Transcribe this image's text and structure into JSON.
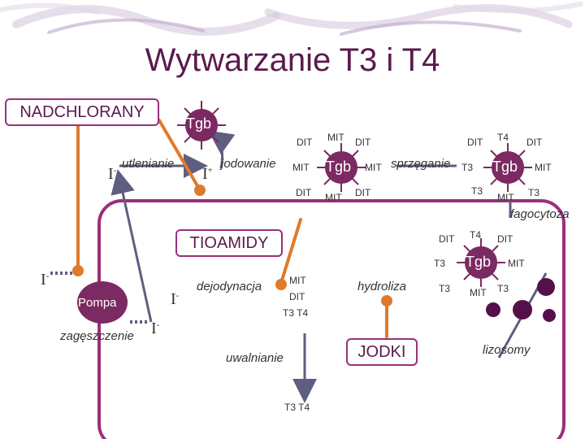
{
  "title": "Wytwarzanie T3 i T4",
  "boxes": {
    "nadchlorany": "NADCHLORANY",
    "tioamidy": "TIOAMIDY",
    "jodki": "JODKI"
  },
  "tgb": "Tgb",
  "pompa": "Pompa",
  "iodide": {
    "symbol": "I",
    "minus": "-",
    "plus": "+"
  },
  "process": {
    "utlenianie": "utlenianie",
    "jodowanie": "jodowanie",
    "sprzeganie": "sprzęganie",
    "fagocytoza": "fagocytoza",
    "dejodynacja": "dejodynacja",
    "hydroliza": "hydroliza",
    "zageszczenie": "zagęszczenie",
    "uwalnianie": "uwalnianie",
    "lizosomy": "lizosomy"
  },
  "labels": {
    "mit": "MIT",
    "dit": "DIT",
    "t3": "T3",
    "t4": "T4",
    "t3t4": "T3  T4"
  },
  "colors": {
    "title": "#5b1a4e",
    "cell_border": "#9c2f7a",
    "box_border": "#9c2f7a",
    "tgb_fill": "#7b2a62",
    "pompa_fill": "#7b2a62",
    "lysosome": "#55104a",
    "inhibitor": "#e07a2a",
    "arrow": "#5e5e80"
  }
}
